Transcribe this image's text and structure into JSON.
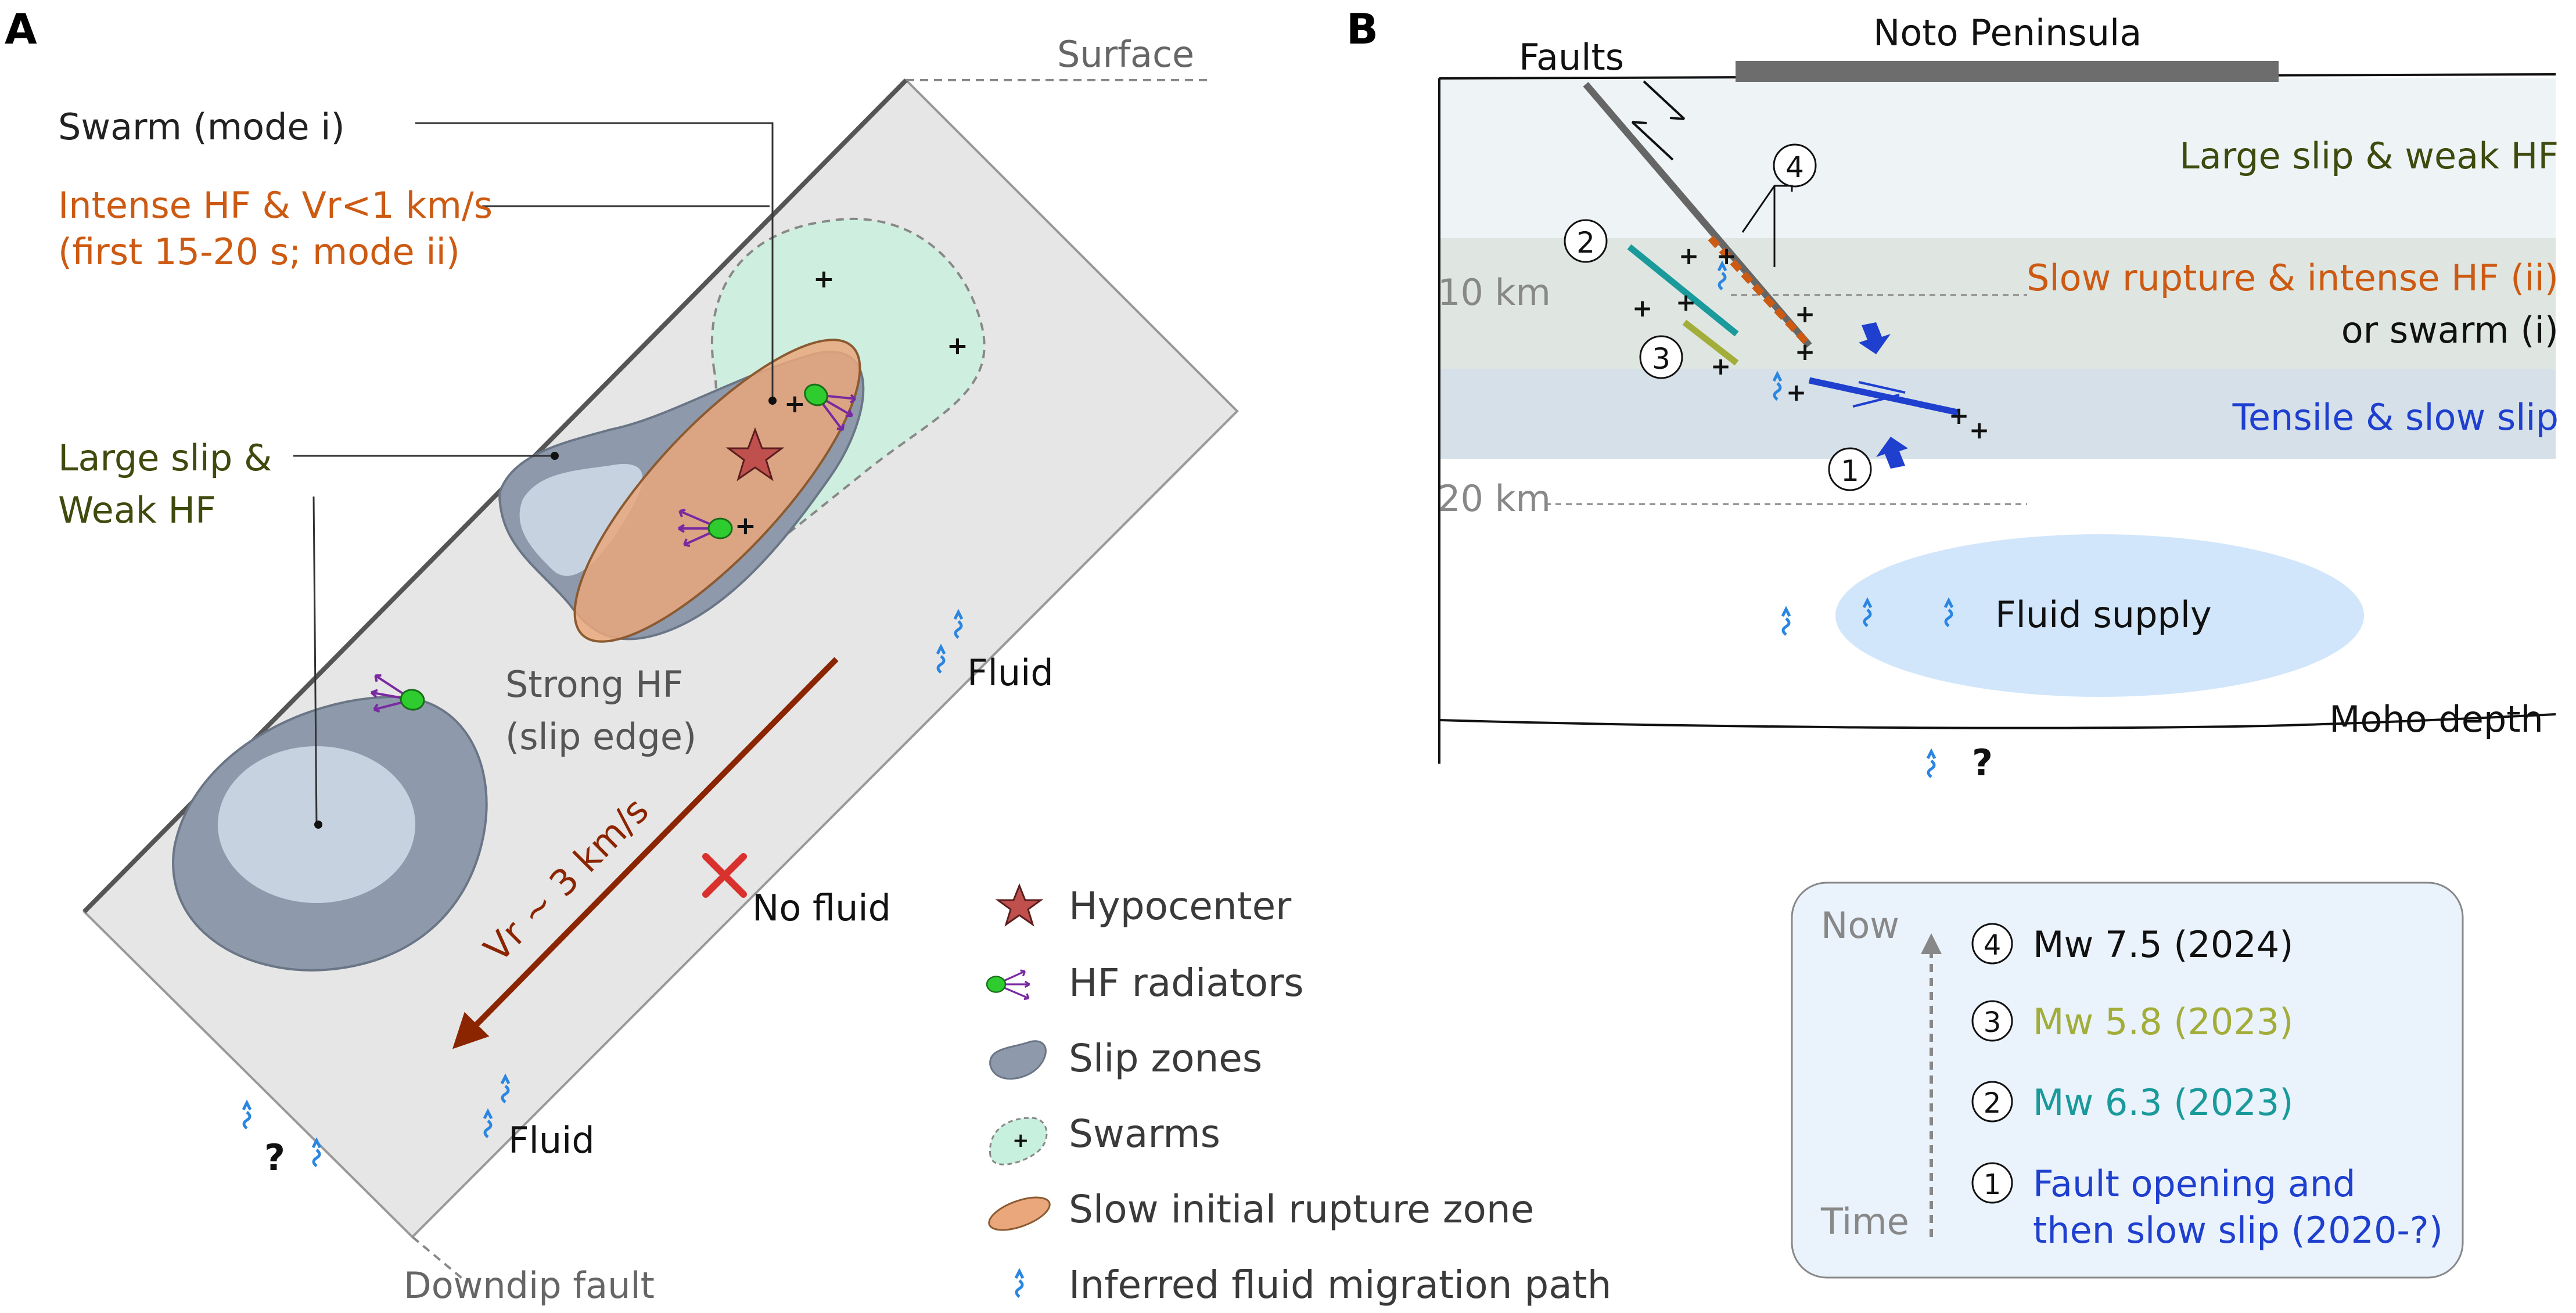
{
  "panel_a": {
    "letter": "A",
    "surface": "Surface",
    "swarm_mode_i": "Swarm (mode i)",
    "intense_hf_line1": "Intense HF  & Vr<1 km/s",
    "intense_hf_line2": "(first 15-20 s; mode ii)",
    "large_slip_line1": "Large slip &",
    "large_slip_line2": "Weak HF",
    "strong_hf_line1": "Strong HF",
    "strong_hf_line2": "(slip edge)",
    "fluid_right": "Fluid",
    "fluid_bottom": "Fluid",
    "vr_label": "Vr ~ 3 km/s",
    "no_fluid": "No fluid",
    "question": "?",
    "downdip_fault": "Downdip fault"
  },
  "legend": {
    "hypocenter": "Hypocenter",
    "hf_radiators": "HF radiators",
    "slip_zones": "Slip zones",
    "swarms": "Swarms",
    "slow_initial_rupture": "Slow initial rupture zone",
    "fluid_path": "Inferred fluid migration path"
  },
  "panel_b": {
    "letter": "B",
    "faults": "Faults",
    "noto": "Noto Peninsula",
    "large_slip_weak_hf": "Large slip & weak HF",
    "slow_rupture": "Slow rupture & intense HF (ii)",
    "or_swarm": "or swarm (i)",
    "tensile": "Tensile & slow slip",
    "depth_10": "10 km",
    "depth_20": "20 km",
    "fluid_supply": "Fluid supply",
    "moho": "Moho depth",
    "question": "?",
    "n1": "1",
    "n2": "2",
    "n3": "3",
    "n4": "4"
  },
  "timeline": {
    "now": "Now",
    "time": "Time",
    "events": [
      {
        "num": "4",
        "label": "Mw 7.5 (2024)",
        "color": "#111111"
      },
      {
        "num": "3",
        "label": "Mw 5.8 (2023)",
        "color": "#a3ad3a"
      },
      {
        "num": "2",
        "label": "Mw 6.3 (2023)",
        "color": "#1a9a9a"
      },
      {
        "num": "1",
        "label_line1": "Fault opening and",
        "label_line2": "then slow slip (2020-?)",
        "color": "#1f3fcf"
      }
    ]
  },
  "colors": {
    "orange": "#cc5a12",
    "olive": "#3f4a0f",
    "blue": "#1f3fcf",
    "teal": "#1a9a9a",
    "yellowgreen": "#a3ad3a",
    "gray": "#6d6d6d",
    "fault_plane": "#e6e6e6",
    "slip_dark": "#8e9aab",
    "slip_light": "#c7d2e0",
    "swarm": "#c8f0de",
    "rupture": "#e9a77b",
    "hf_arrow": "#7a2aa0",
    "hf_dot": "#2ecc2e",
    "star": "#c0504d",
    "vr_arrow": "#8b2500",
    "fluid": "#2a86e0"
  }
}
